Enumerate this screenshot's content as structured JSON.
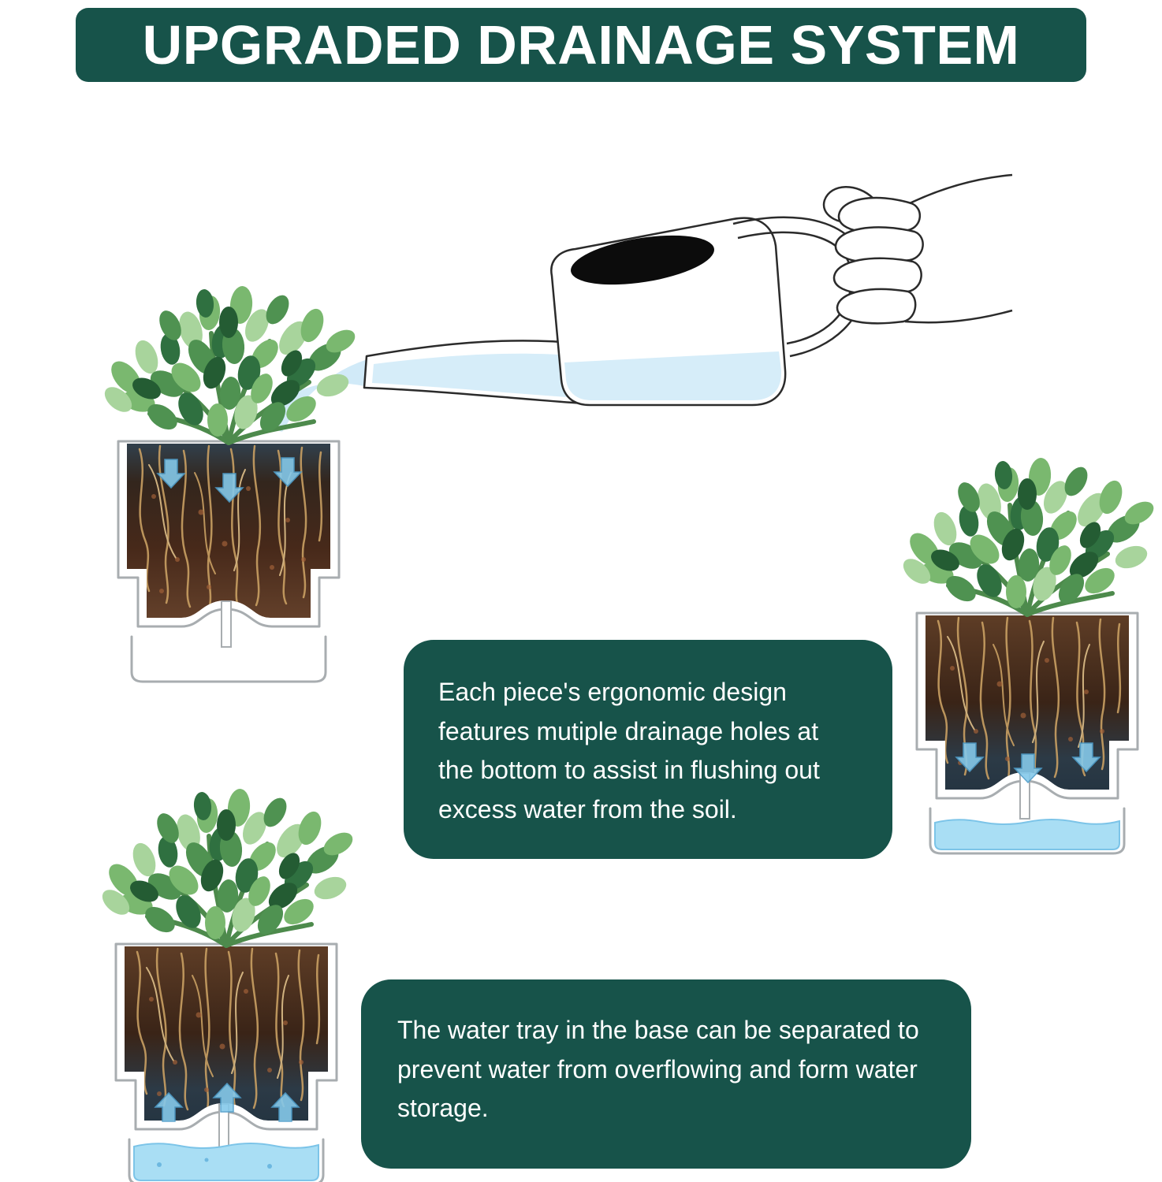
{
  "header": {
    "title": "UPGRADED DRAINAGE SYSTEM"
  },
  "callouts": {
    "drainage": "Each piece's ergonomic design features mutiple drainage holes at the bottom to assist in flushing out excess water from the soil.",
    "tray": "The water tray in the base can be separated to prevent water from overflowing and form water storage."
  },
  "colors": {
    "accent_green": "#17534a",
    "water_blue": "#a9def4",
    "arrow_blue": "#85c9ea",
    "soil_brown": "#47291a"
  },
  "illustrations": {
    "watering_can": "watering-can-pouring-icon",
    "hand": "hand-holding-can-icon",
    "pot_top_left": "pot-cross-section-watering",
    "pot_right": "pot-cross-section-drainage",
    "pot_bottom_left": "pot-cross-section-water-storage"
  }
}
